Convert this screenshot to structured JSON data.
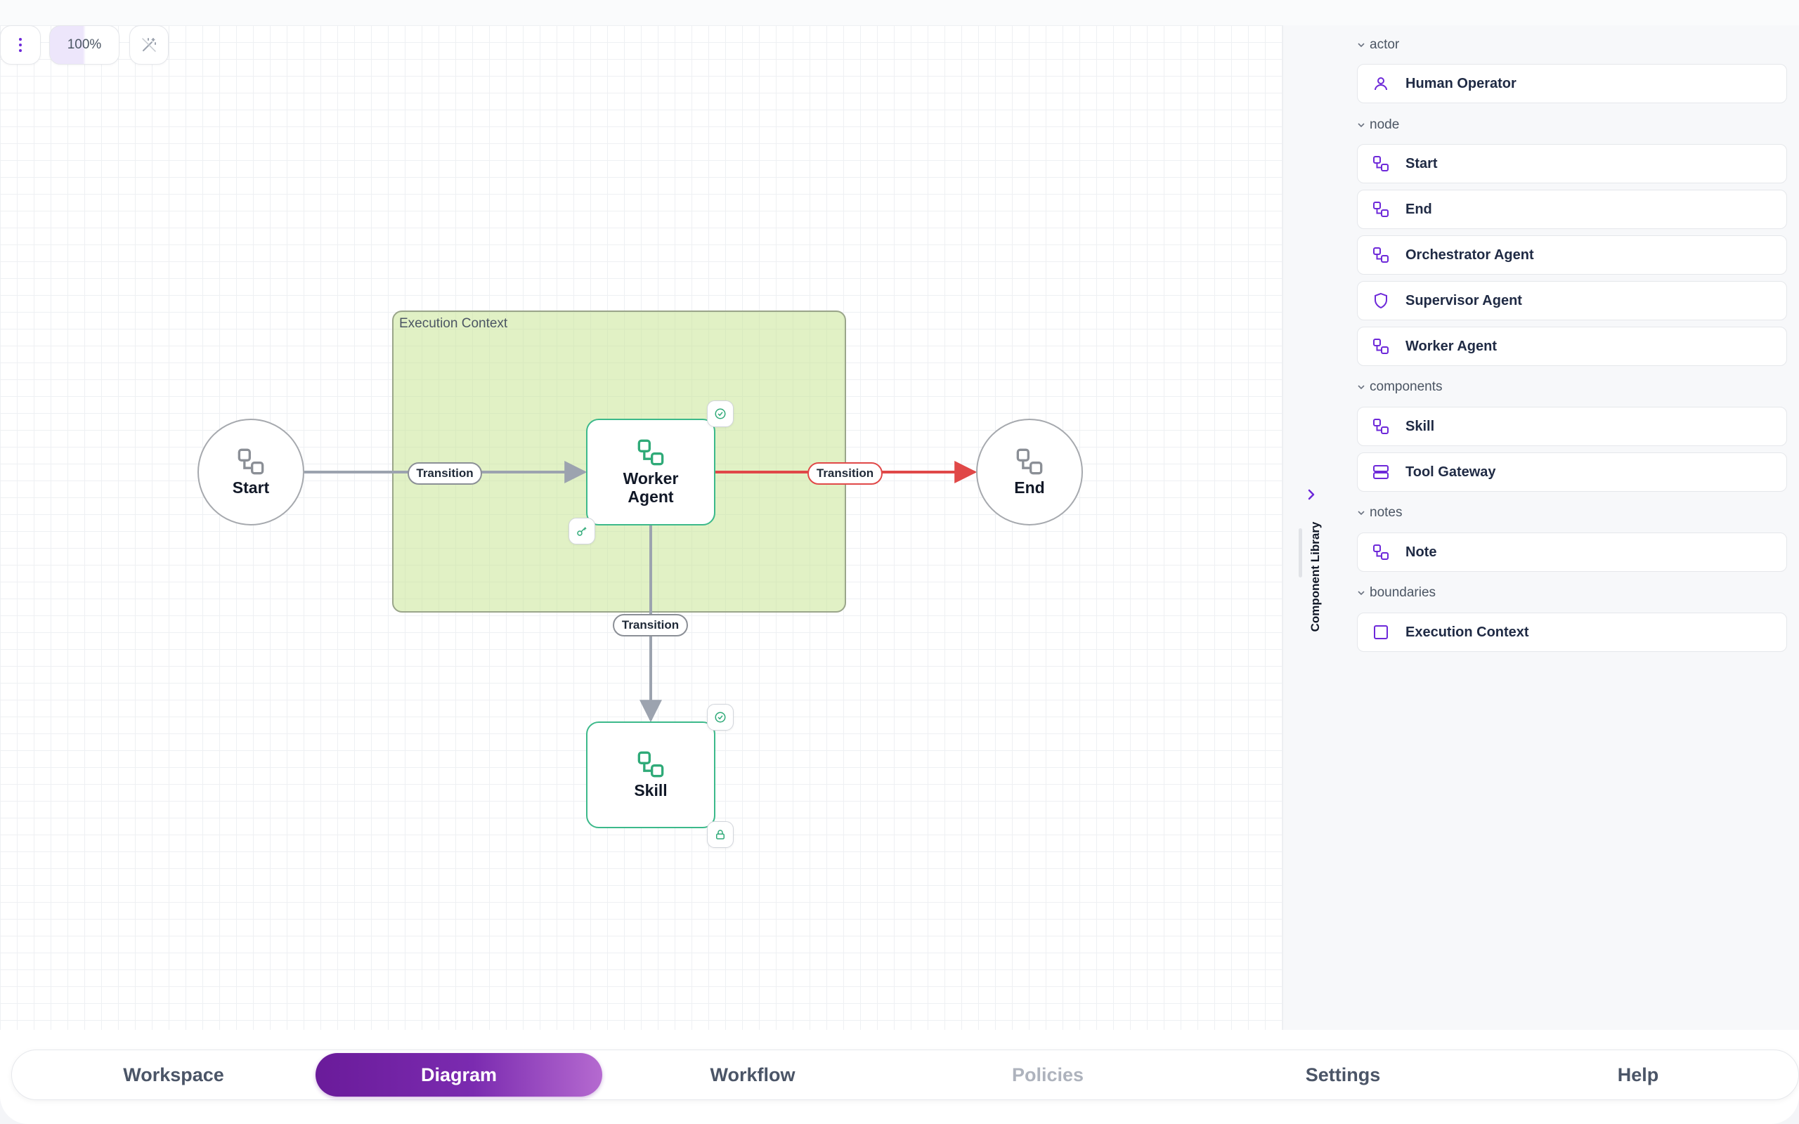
{
  "toolbar": {
    "zoom": "100%"
  },
  "diagram": {
    "boundary_label": "Execution Context",
    "nodes": {
      "start": "Start",
      "end": "End",
      "worker_line1": "Worker",
      "worker_line2": "Agent",
      "skill": "Skill"
    },
    "edges": {
      "start_to_worker": "Transition",
      "worker_to_end": "Transition",
      "worker_to_skill": "Transition"
    },
    "colors": {
      "node_border": "#3cb98a",
      "edge_default": "#9ca3af",
      "edge_highlight": "#e04848",
      "boundary_fill": "#dcefc0"
    }
  },
  "sidebar": {
    "rail_label": "Component Library",
    "groups": [
      {
        "name": "actor",
        "items": [
          {
            "label": "Human Operator",
            "icon": "user-icon"
          }
        ]
      },
      {
        "name": "node",
        "items": [
          {
            "label": "Start",
            "icon": "node-icon"
          },
          {
            "label": "End",
            "icon": "node-icon"
          },
          {
            "label": "Orchestrator Agent",
            "icon": "node-icon"
          },
          {
            "label": "Supervisor Agent",
            "icon": "shield-icon"
          },
          {
            "label": "Worker Agent",
            "icon": "node-icon"
          }
        ]
      },
      {
        "name": "components",
        "items": [
          {
            "label": "Skill",
            "icon": "node-icon"
          },
          {
            "label": "Tool Gateway",
            "icon": "server-icon"
          }
        ]
      },
      {
        "name": "notes",
        "items": [
          {
            "label": "Note",
            "icon": "node-icon"
          }
        ]
      },
      {
        "name": "boundaries",
        "items": [
          {
            "label": "Execution Context",
            "icon": "square-icon"
          }
        ]
      }
    ]
  },
  "nav": {
    "items": [
      "Workspace",
      "Diagram",
      "Workflow",
      "Policies",
      "Settings",
      "Help"
    ],
    "active": "Diagram",
    "disabled": "Policies",
    "accent": "#6a1b9a"
  }
}
